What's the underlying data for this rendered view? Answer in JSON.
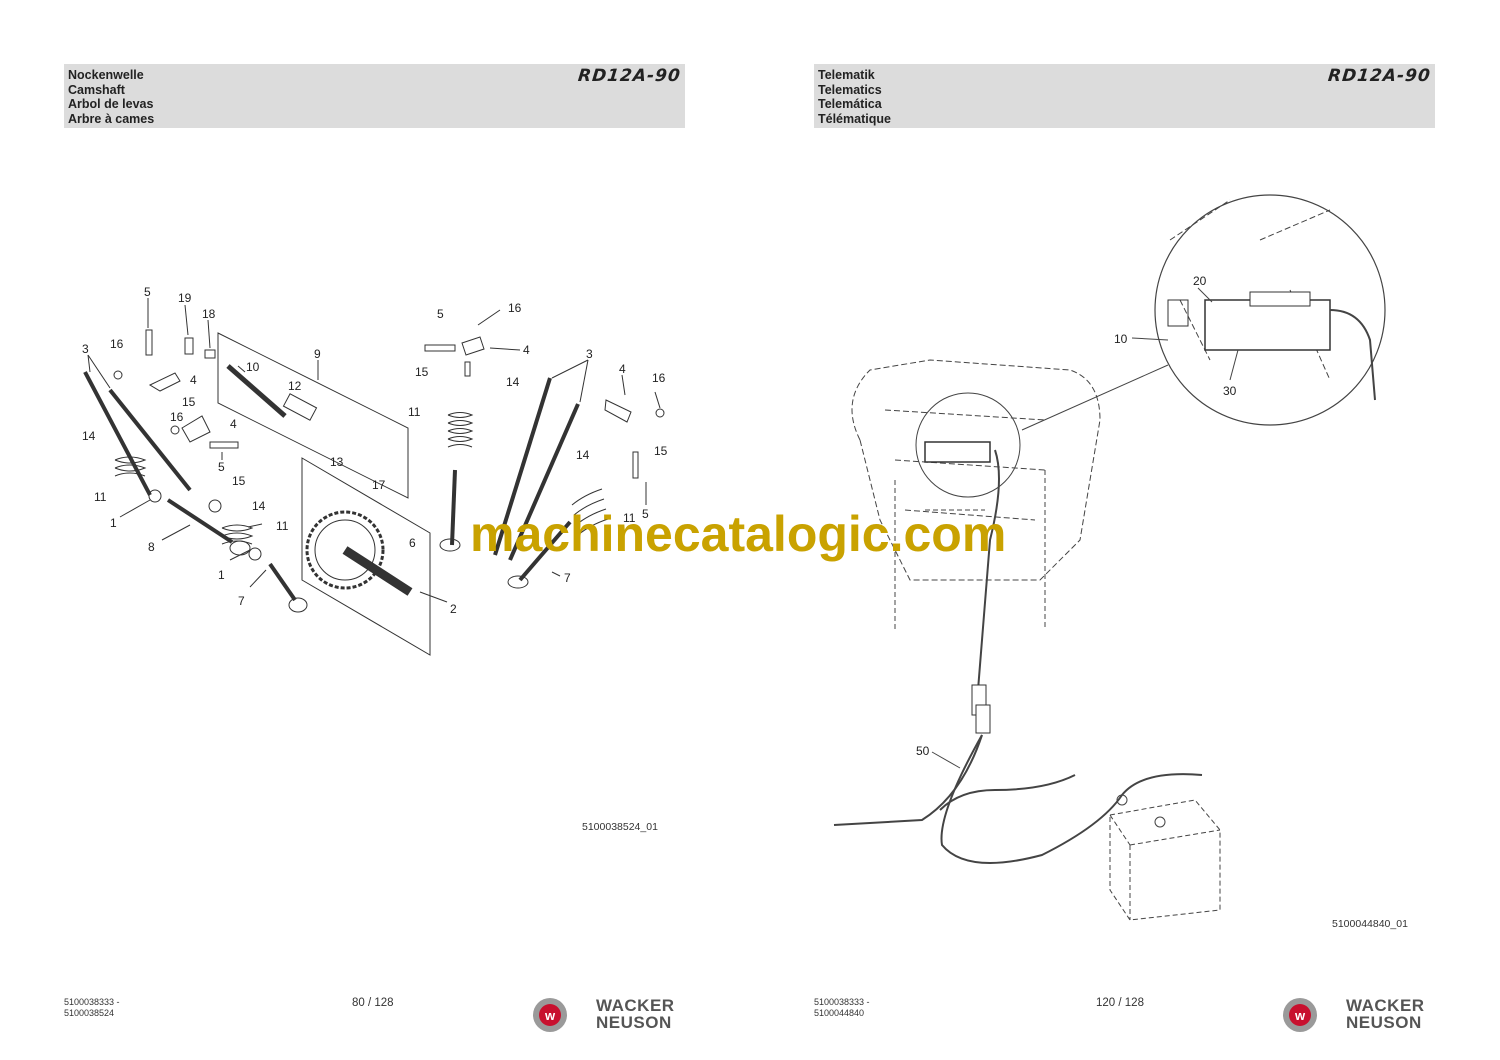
{
  "left_page": {
    "titles": [
      "Nockenwelle",
      "Camshaft",
      "Arbol de levas",
      "Arbre à cames"
    ],
    "model": "RD12A-90",
    "drawing_code": "5100038524_01",
    "doc_codes": [
      "5100038333 -",
      "5100038524"
    ],
    "page_number": "80 / 128",
    "brand": [
      "WACKER",
      "NEUSON"
    ],
    "callouts": [
      "5",
      "19",
      "18",
      "16",
      "3",
      "10",
      "9",
      "12",
      "4",
      "15",
      "16",
      "4",
      "14",
      "5",
      "15",
      "11",
      "14",
      "1",
      "11",
      "8",
      "1",
      "7",
      "13",
      "17",
      "6",
      "2",
      "5",
      "16",
      "4",
      "15",
      "14",
      "11",
      "3",
      "4",
      "16",
      "15",
      "14",
      "5",
      "11",
      "7"
    ]
  },
  "right_page": {
    "titles": [
      "Telematik",
      "Telematics",
      "Telemática",
      "Télématique"
    ],
    "model": "RD12A-90",
    "drawing_code": "5100044840_01",
    "doc_codes": [
      "5100038333 -",
      "5100044840"
    ],
    "page_number": "120 / 128",
    "brand": [
      "WACKER",
      "NEUSON"
    ],
    "callouts": [
      "20",
      "10",
      "30",
      "50"
    ]
  },
  "watermark": "machinecatalogic.com",
  "colors": {
    "header_bg": "#dcdcdc",
    "watermark": "#c9a200",
    "logo_red": "#c8102e"
  }
}
